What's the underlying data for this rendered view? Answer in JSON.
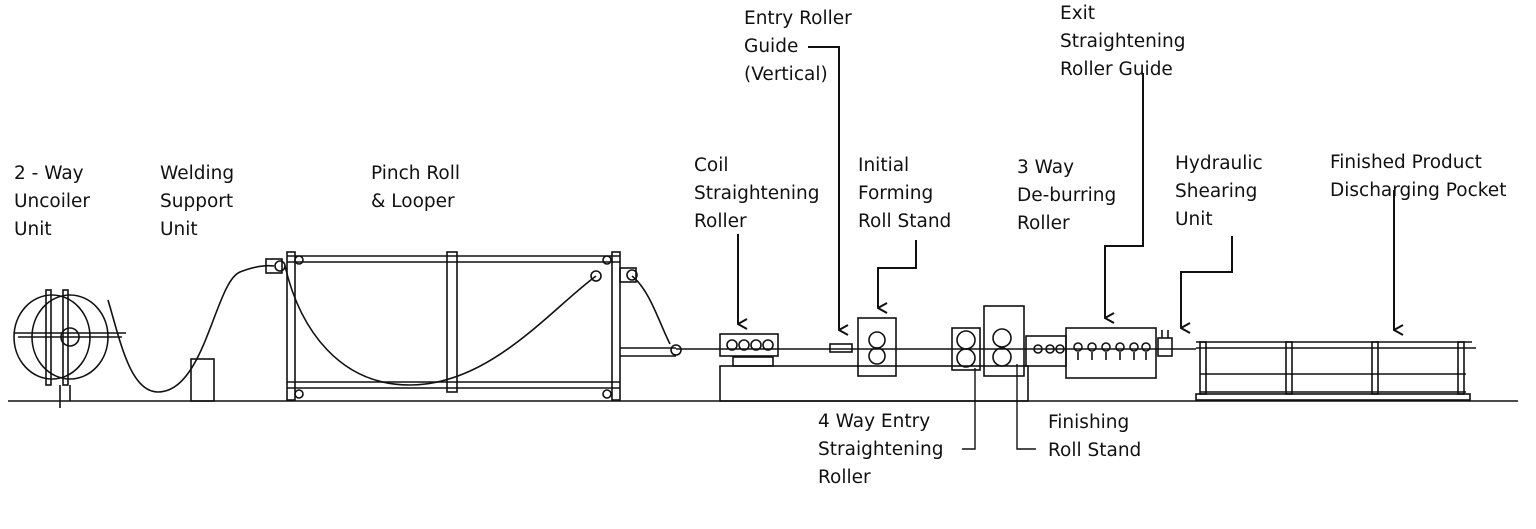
{
  "colors": {
    "ink": "#111111",
    "background": "#ffffff"
  },
  "labels": {
    "uncoiler": [
      "2 - Way",
      "Uncoiler",
      "Unit"
    ],
    "welding": [
      "Welding",
      "Support",
      "Unit"
    ],
    "pinch": [
      "Pinch Roll",
      "& Looper"
    ],
    "coil": [
      "Coil",
      "Straightening",
      "Roller"
    ],
    "entry_guide": [
      "Entry Roller",
      "Guide",
      "(Vertical)"
    ],
    "initial": [
      "Initial",
      "Forming",
      "Roll Stand"
    ],
    "deburr": [
      "3 Way",
      "De-burring",
      "Roller"
    ],
    "exit_guide": [
      "Exit",
      "Straightening",
      "Roller Guide"
    ],
    "hydraulic": [
      "Hydraulic",
      "Shearing",
      "Unit"
    ],
    "finished_product": [
      "Finished Product",
      "Discharging Pocket"
    ],
    "entry4": [
      "4 Way Entry",
      "Straightening",
      "Roller"
    ],
    "finishing": [
      "Finishing",
      "Roll Stand"
    ]
  }
}
